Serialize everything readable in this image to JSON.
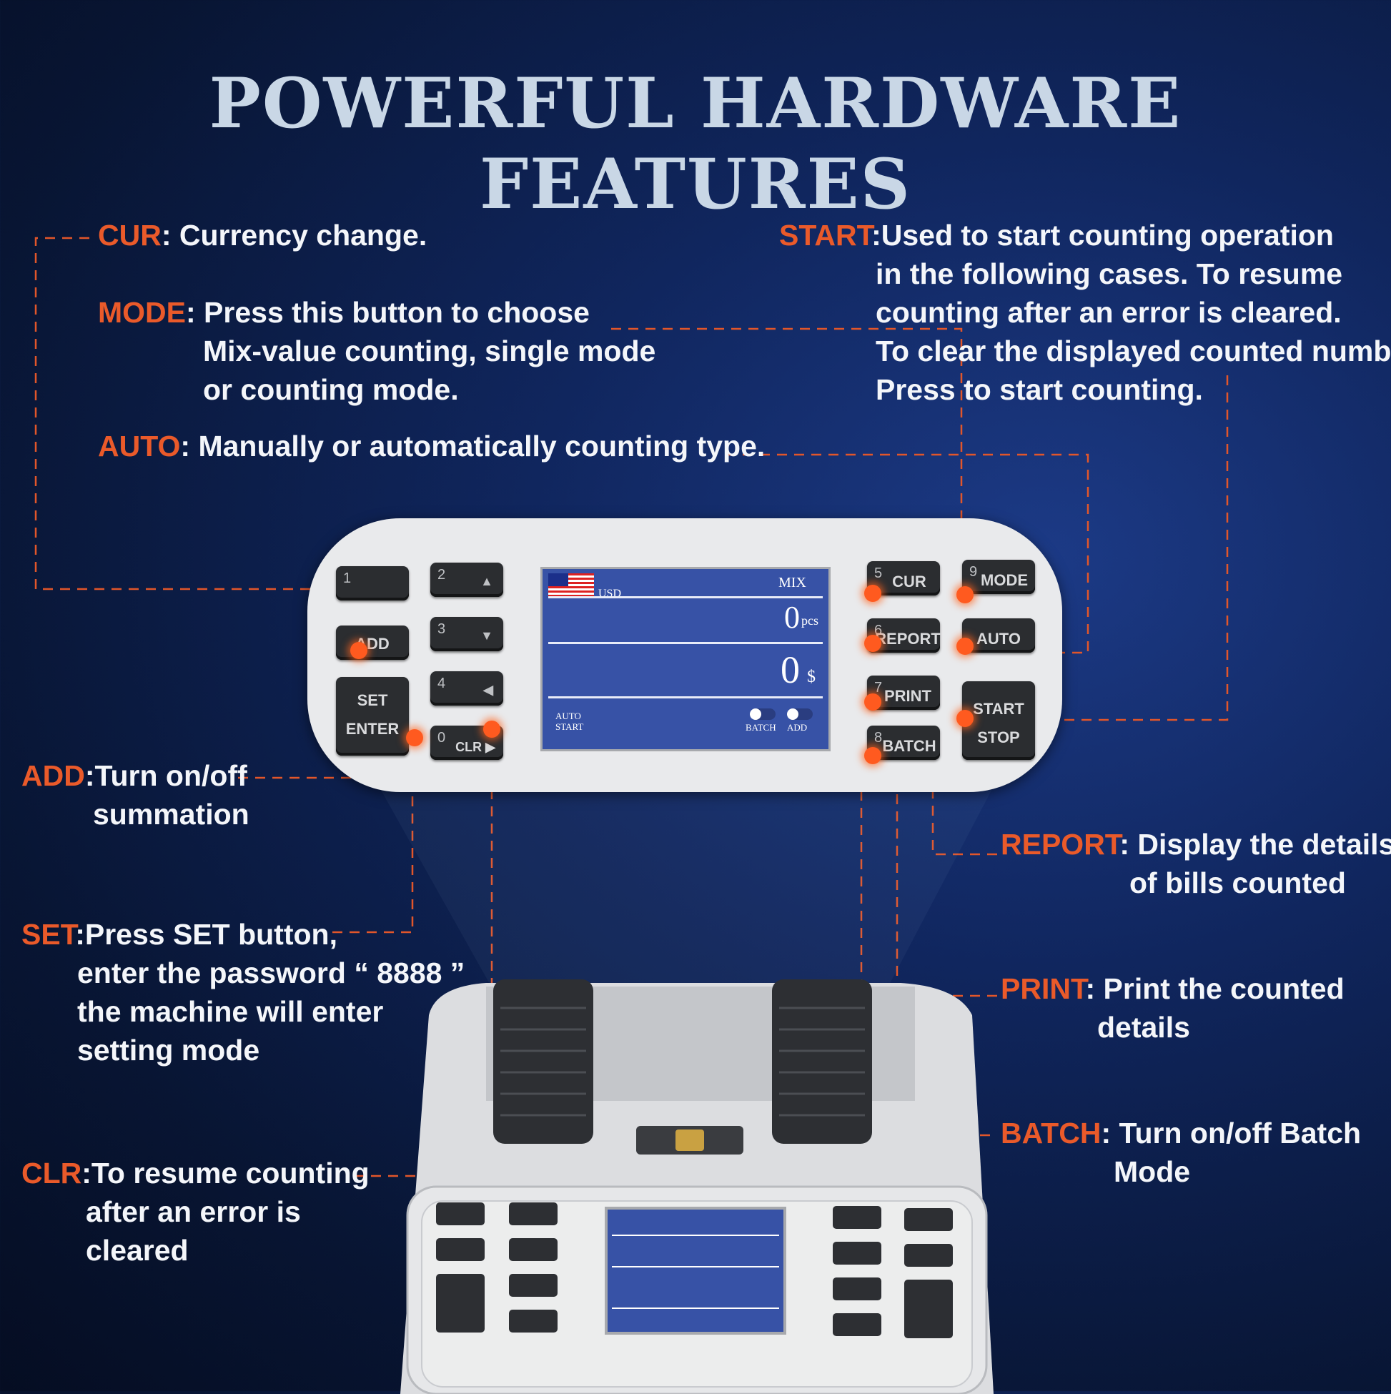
{
  "title": "POWERFUL HARDWARE FEATURES",
  "annotations": {
    "cur": {
      "key": "CUR",
      "lines": [
        ": Currency change."
      ]
    },
    "mode": {
      "key": "MODE",
      "lines": [
        ": Press this button to choose",
        "Mix-value counting, single mode",
        "or counting mode."
      ]
    },
    "auto": {
      "key": "AUTO",
      "lines": [
        ": Manually or automatically counting type."
      ]
    },
    "start": {
      "key": "START",
      "lines": [
        ":Used to start counting operation",
        "in the following cases. To resume",
        "counting after an error is cleared.",
        "To clear the displayed counted number.",
        "Press to start counting."
      ]
    },
    "add": {
      "key": "ADD",
      "lines": [
        ":Turn on/off",
        "summation"
      ]
    },
    "set": {
      "key": "SET",
      "lines": [
        ":Press SET button,",
        "enter the password “ 8888 ”",
        "the machine will enter",
        "setting mode"
      ]
    },
    "clr": {
      "key": "CLR",
      "lines": [
        ":To resume counting",
        "after an error is",
        "cleared"
      ]
    },
    "report": {
      "key": "REPORT",
      "lines": [
        ": Display the details",
        "of bills counted"
      ]
    },
    "print": {
      "key": "PRINT",
      "lines": [
        ": Print the counted",
        "details"
      ]
    },
    "batch": {
      "key": "BATCH",
      "lines": [
        ": Turn on/off Batch",
        "Mode"
      ]
    }
  },
  "panel": {
    "keys": {
      "k1": {
        "num": "1",
        "label": ""
      },
      "k2": {
        "num": "2",
        "label": "",
        "arrow": "▲"
      },
      "k3": {
        "num": "3",
        "label": "",
        "arrow": "▼"
      },
      "k4": {
        "num": "4",
        "label": "",
        "arrow": "◀"
      },
      "k0": {
        "num": "0",
        "label": "CLR ▶"
      },
      "add": {
        "label": "ADD"
      },
      "set": {
        "label1": "SET",
        "label2": "ENTER"
      },
      "cur": {
        "num": "5",
        "label": "CUR"
      },
      "report": {
        "num": "6",
        "label": "REPORT"
      },
      "print": {
        "num": "7",
        "label": "PRINT"
      },
      "batch": {
        "num": "8",
        "label": "BATCH"
      },
      "mode": {
        "num": "9",
        "label": "MODE"
      },
      "auto": {
        "label": "AUTO"
      },
      "start": {
        "label1": "START",
        "label2": "STOP"
      }
    },
    "screen": {
      "currency": "USD",
      "mode": "MIX",
      "count": "0",
      "count_unit": "pcs",
      "amount": "0",
      "amount_unit": "$",
      "auto_label1": "AUTO",
      "auto_label2": "START",
      "batch_label": "BATCH",
      "add_label": "ADD"
    }
  },
  "colors": {
    "accent": "#ea5a2a",
    "background": "#0b1a45",
    "panel": "#e9eaec",
    "screen": "#3752a6"
  }
}
